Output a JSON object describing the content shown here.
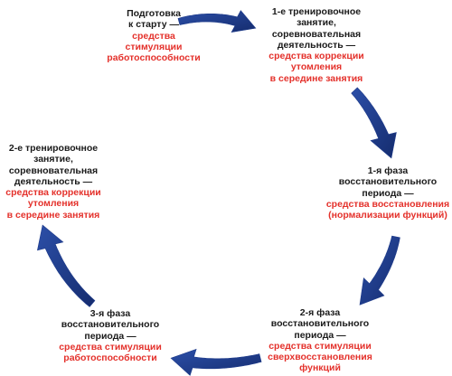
{
  "colors": {
    "arrow": "#1d3a8a",
    "stage_text": "#1a1a1a",
    "means_text": "#e4312b"
  },
  "nodes": {
    "prep": {
      "title": [
        "Подготовка",
        "к старту —"
      ],
      "means": [
        "средства",
        "стимуляции",
        "работоспособности"
      ]
    },
    "session1": {
      "title": [
        "1-е тренировочное",
        "занятие,",
        "соревновательная",
        "деятельность —"
      ],
      "means": [
        "средства коррекции",
        "утомления",
        "в середине занятия"
      ]
    },
    "phase1": {
      "title": [
        "1-я фаза",
        "восстановительного",
        "периода —"
      ],
      "means": [
        "средства восстановления",
        "(нормализации функций)"
      ]
    },
    "phase2": {
      "title": [
        "2-я фаза",
        "восстановительного",
        "периода —"
      ],
      "means": [
        "средства стимуляции",
        "сверхвосстановления",
        "функций"
      ]
    },
    "phase3": {
      "title": [
        "3-я фаза",
        "восстановительного",
        "периода —"
      ],
      "means": [
        "средства стимуляции",
        "работоспособности"
      ]
    },
    "session2": {
      "title": [
        "2-е тренировочное",
        "занятие,",
        "соревновательная",
        "деятельность —"
      ],
      "means": [
        "средства коррекции",
        "утомления",
        "в середине занятия"
      ]
    }
  }
}
